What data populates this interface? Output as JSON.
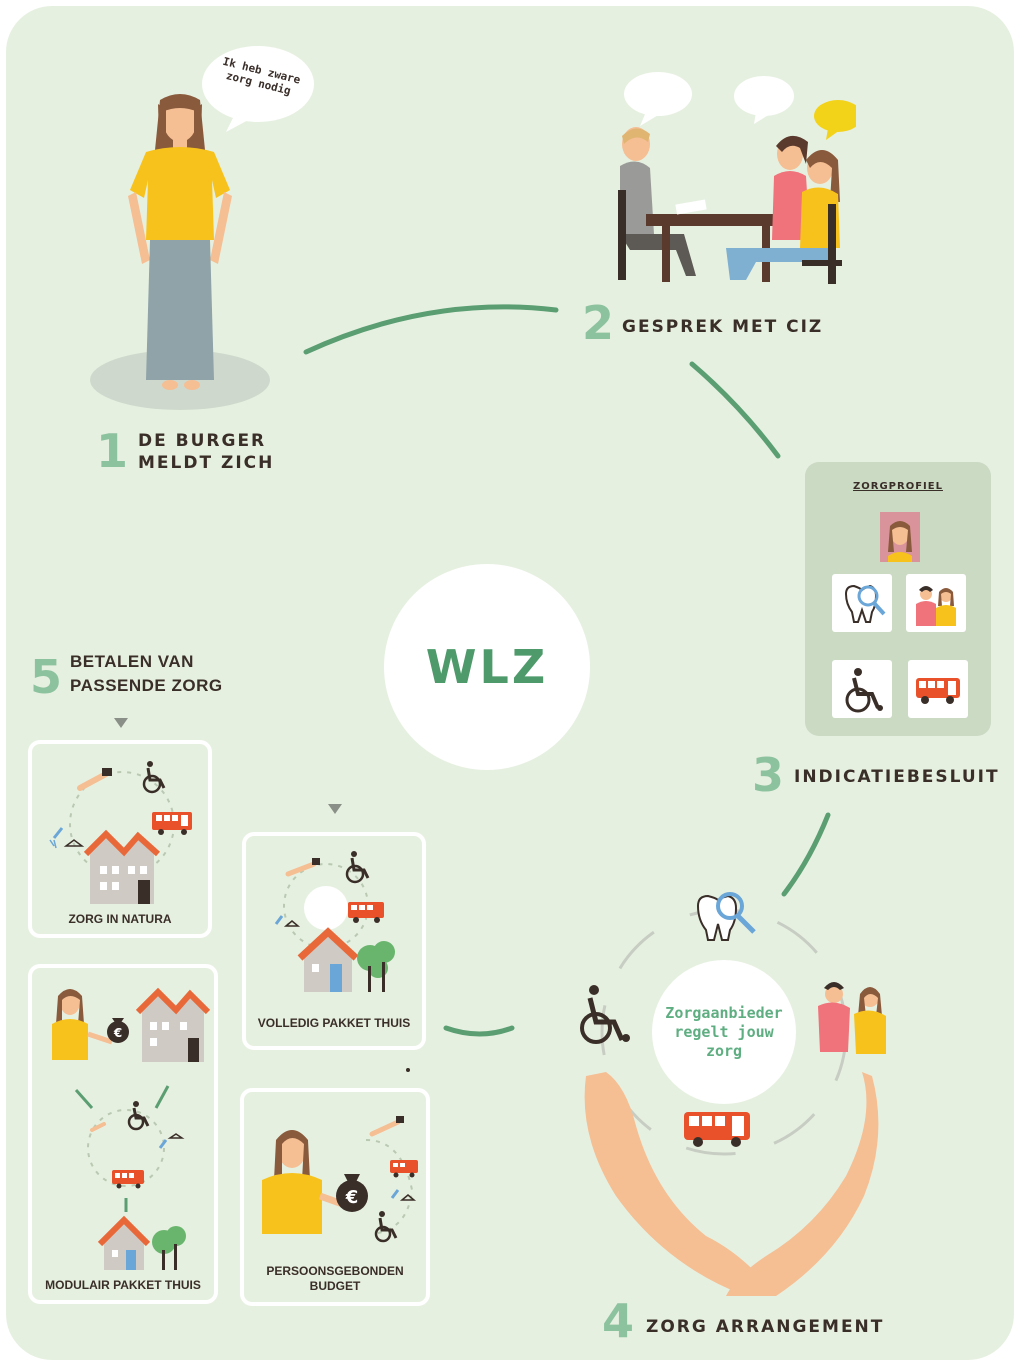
{
  "center_label": "WLZ",
  "speech_bubble": {
    "line1": "Ik heb zware",
    "line2": "zorg nodig"
  },
  "steps": [
    {
      "number": "1",
      "line1": "DE BURGER",
      "line2": "MELDT ZICH"
    },
    {
      "number": "2",
      "line1": "GESPREK MET CIZ"
    },
    {
      "number": "3",
      "line1": "INDICATIEBESLUIT"
    },
    {
      "number": "4",
      "line1": "ZORG ARRANGEMENT"
    },
    {
      "number": "5",
      "line1": "BETALEN VAN",
      "line2": "PASSENDE ZORG"
    }
  ],
  "zorgprofiel": {
    "title": "ZORGPROFIEL"
  },
  "arrangement_center": {
    "line1": "Zorgaanbieder",
    "line2": "regelt jouw zorg"
  },
  "payment_options": [
    {
      "label": "ZORG IN NATURA"
    },
    {
      "label": "MODULAIR PAKKET THUIS"
    },
    {
      "label": "VOLLEDIG PAKKET THUIS"
    },
    {
      "label_line1": "PERSOONSGEBONDEN",
      "label_line2": "BUDGET"
    }
  ],
  "colors": {
    "background": "#e6f0e0",
    "accent_green": "#4e9a6b",
    "number_green": "#8dc29e",
    "connector_green": "#5a9e72",
    "shirt_yellow": "#f7c21b",
    "bus_red": "#e8512a",
    "roof_orange": "#e8683a",
    "text_dark": "#3a2e29",
    "skin": "#f5be93"
  },
  "icons": [
    "woman-icon",
    "speech-bubble-icon",
    "meeting-table-icon",
    "tooth-magnifier-icon",
    "people-icon",
    "wheelchair-icon",
    "bus-icon",
    "house-icon",
    "tree-icon",
    "money-bag-icon",
    "shower-icon",
    "hanger-icon",
    "hand-icon",
    "hands-icon"
  ]
}
